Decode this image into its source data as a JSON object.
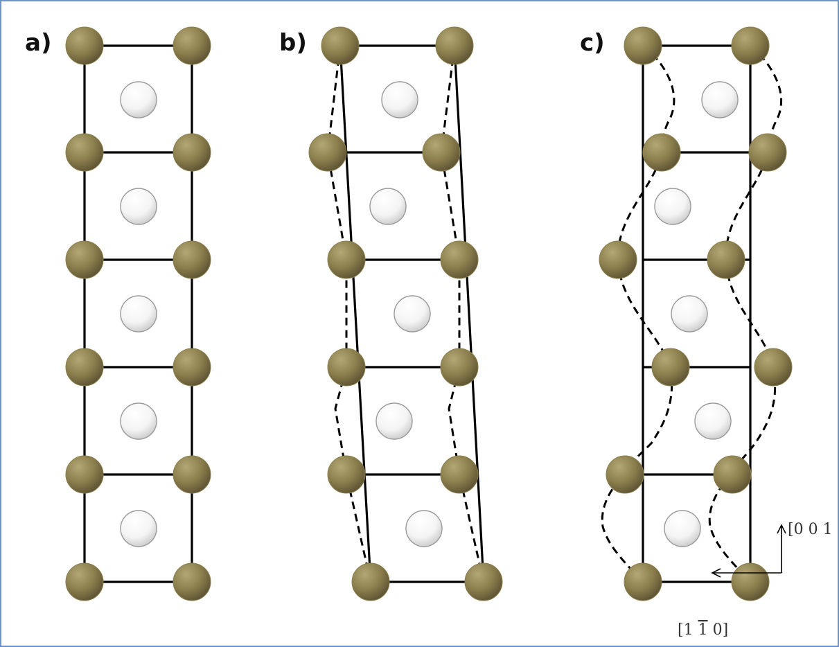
{
  "panels": [
    {
      "label": "a)"
    },
    {
      "label": "b)"
    },
    {
      "label": "c)"
    }
  ],
  "axes": {
    "vertical_label": "[0 0 1",
    "horizontal_label_prefix": "[1 ",
    "horizontal_label_bar": "1",
    "horizontal_label_suffix": " 0]"
  },
  "colors": {
    "heavy_atom": "#8c7f4e",
    "light_atom": "#f2f2f2",
    "bond": "#000000",
    "wave": "#000000",
    "frame": "#6f93c9"
  }
}
